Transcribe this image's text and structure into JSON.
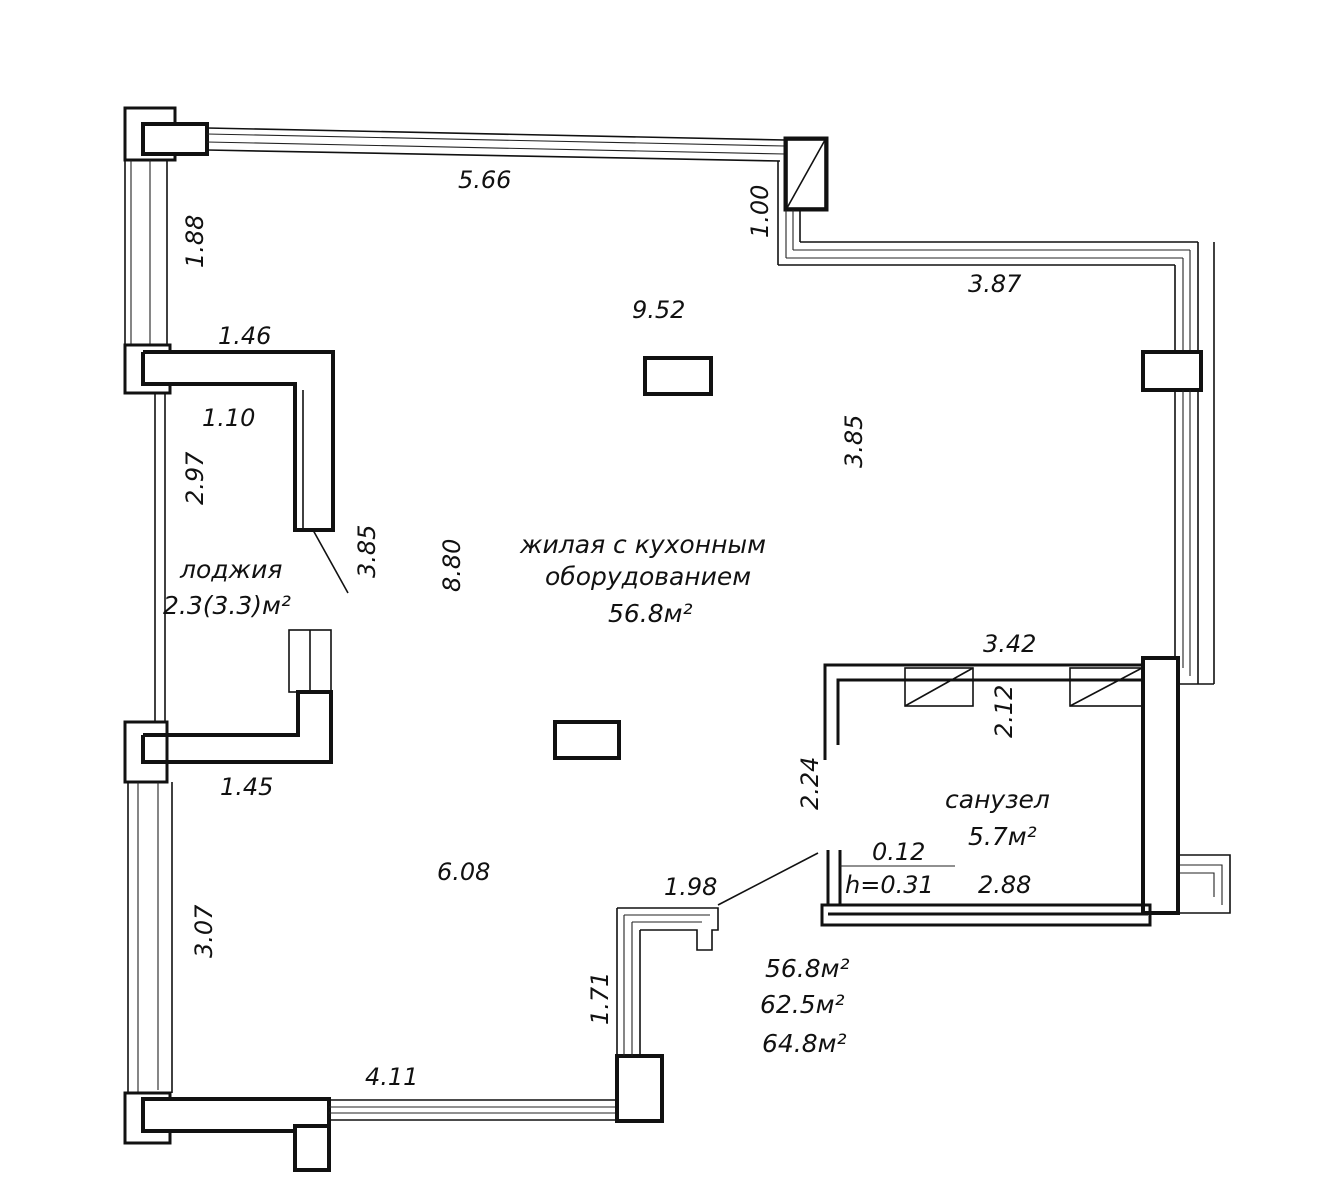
{
  "labels": {
    "main_room_line1": "жилая с кухонным",
    "main_room_line2": "оборудованием",
    "main_room_area": "56.8м²",
    "loggia_name": "лоджия",
    "loggia_area": "2.3(3.3)м²",
    "bathroom_name": "санузел",
    "bathroom_area": "5.7м²",
    "threshold_h": "h=0.31",
    "threshold_w": "0.12"
  },
  "dimensions": {
    "d566": "5.66",
    "d100": "1.00",
    "d387": "3.87",
    "d188": "1.88",
    "d952": "9.52",
    "d146": "1.46",
    "d110": "1.10",
    "d297": "2.97",
    "d385a": "3.85",
    "d385b": "3.85",
    "d880": "8.80",
    "d342": "3.42",
    "d212": "2.12",
    "d224": "2.24",
    "d145": "1.45",
    "d608": "6.08",
    "d198": "1.98",
    "d288": "2.88",
    "d307": "3.07",
    "d171": "1.71",
    "d411": "4.11"
  },
  "totals": {
    "living": "56.8м²",
    "total": "62.5м²",
    "total_with_loggia": "64.8м²"
  }
}
